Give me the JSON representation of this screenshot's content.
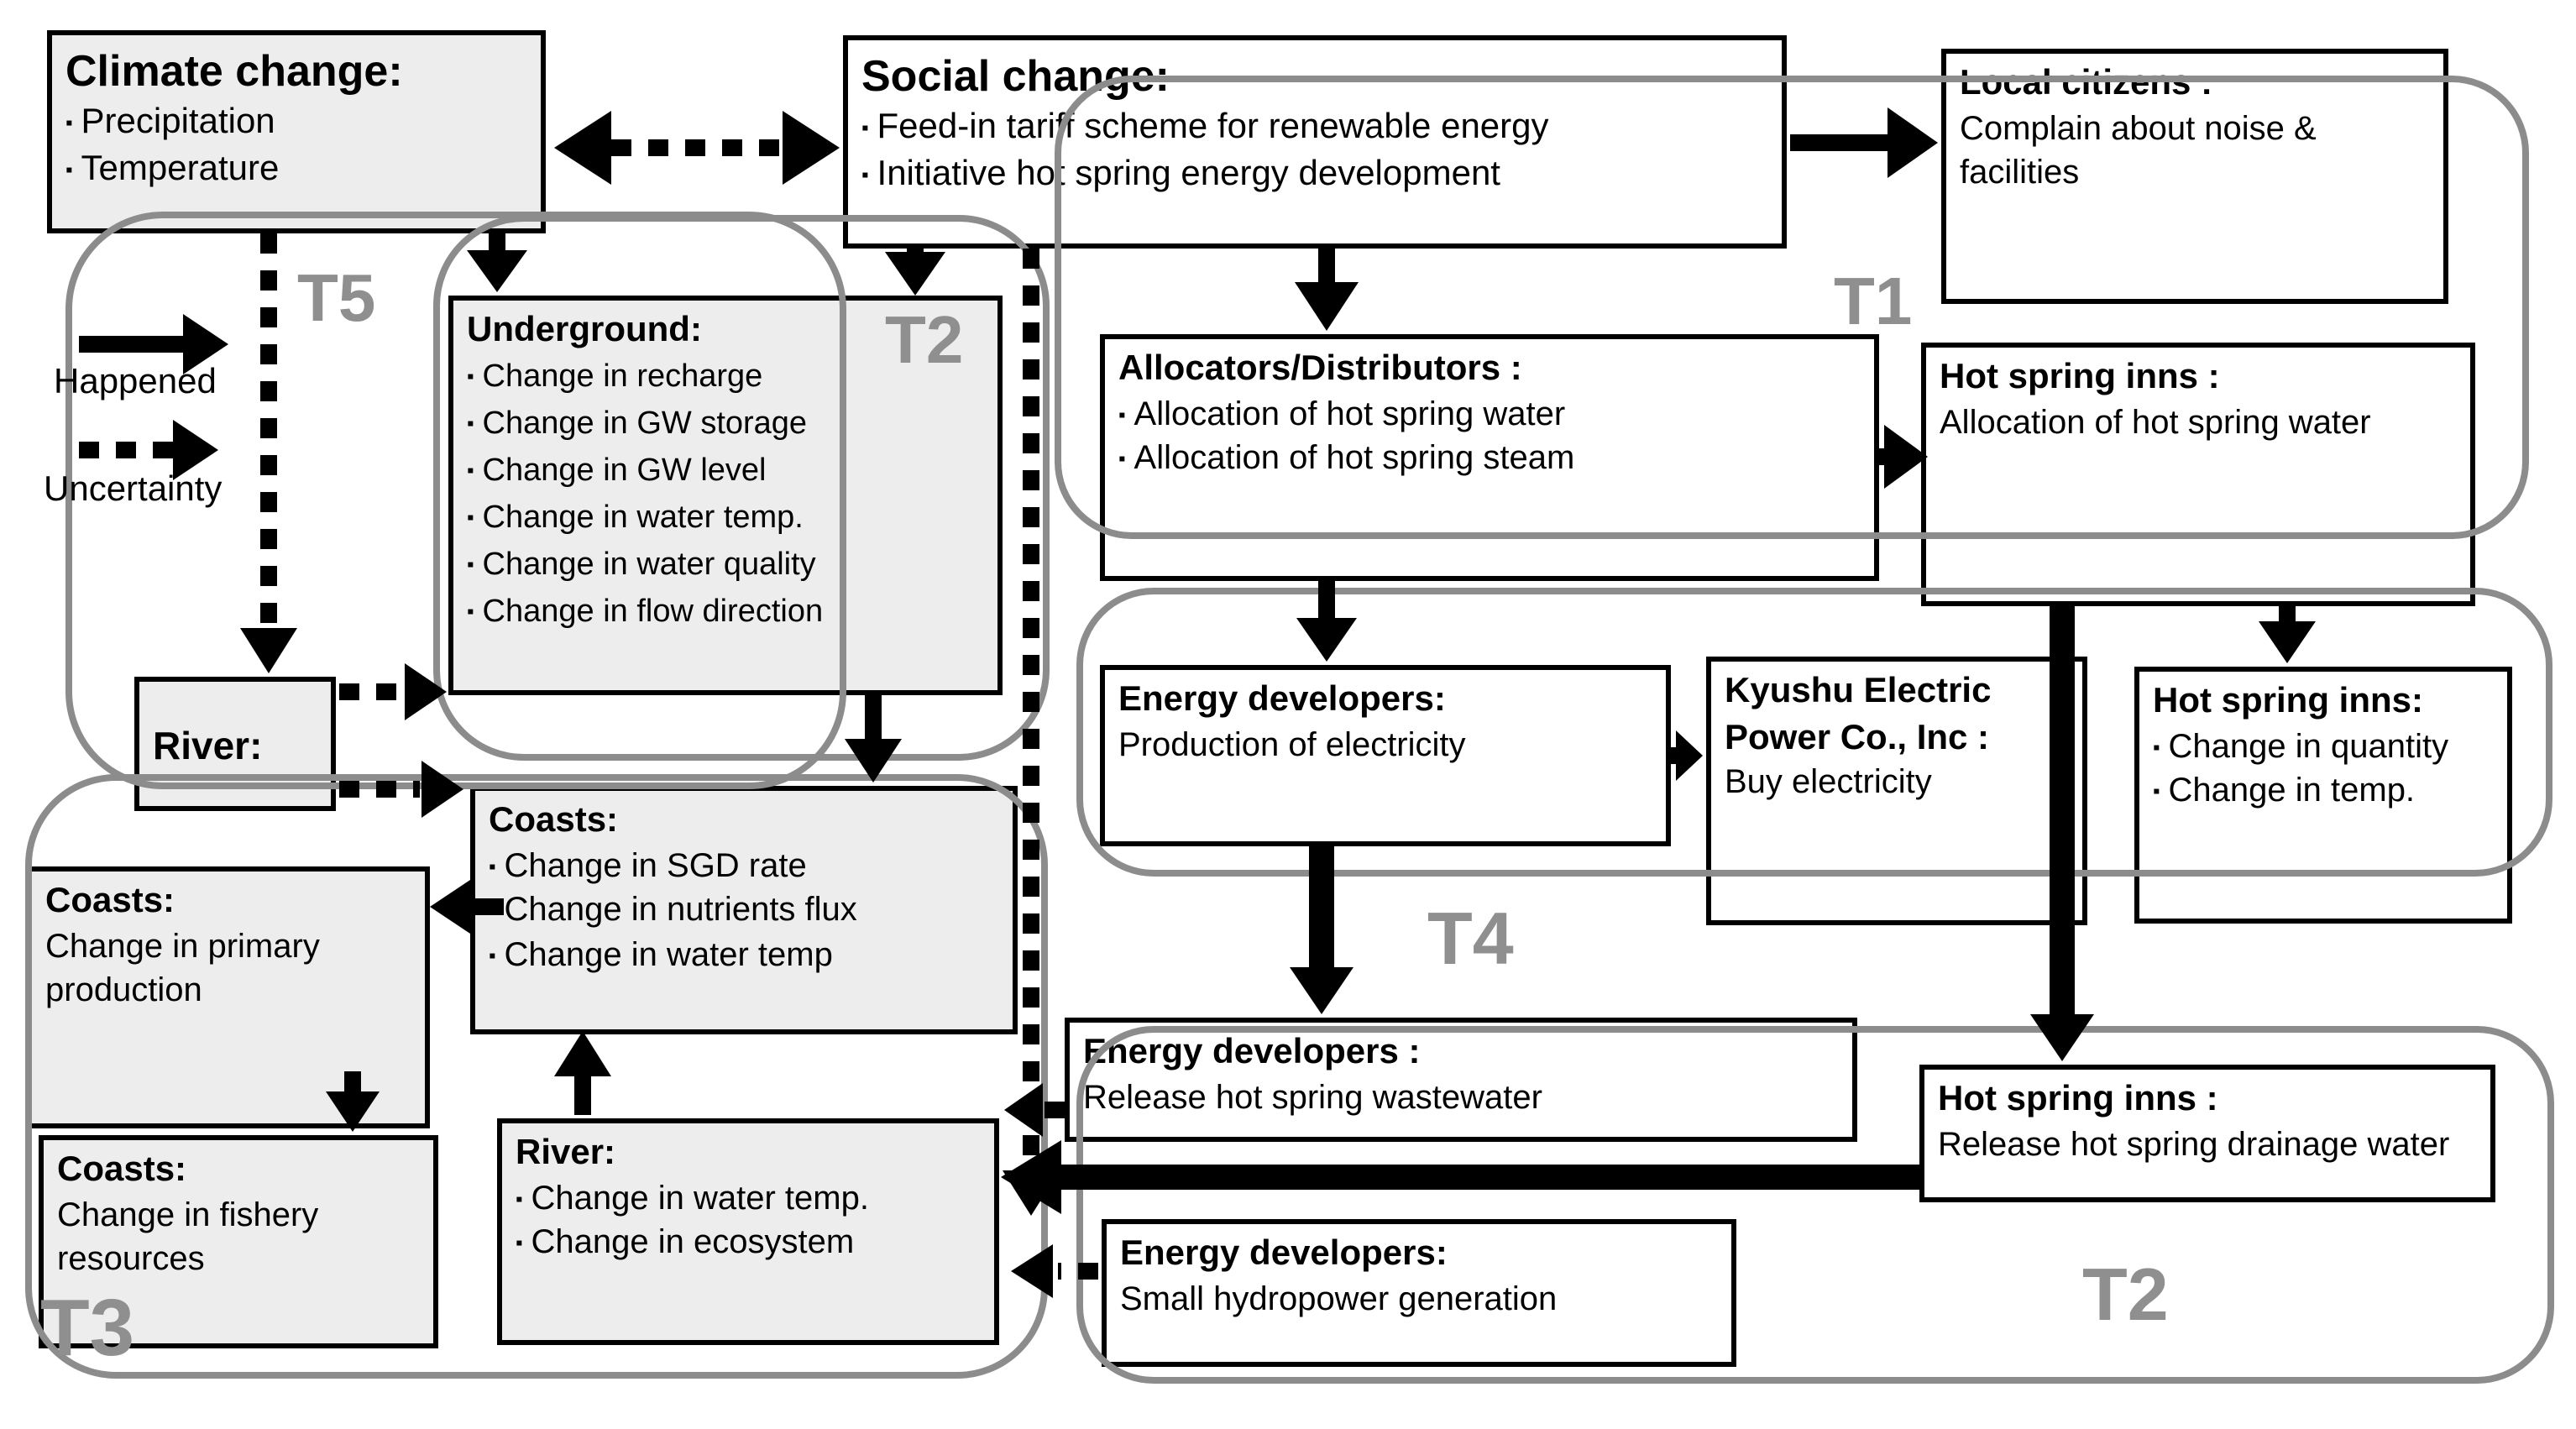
{
  "legend": {
    "happened": "Happened",
    "uncertainty": "Uncertainty"
  },
  "groups": {
    "t1": "T1",
    "t2_top": "T2",
    "t2_bottom": "T2",
    "t3": "T3",
    "t4": "T4",
    "t5": "T5"
  },
  "nodes": {
    "climate": {
      "title": "Climate change:",
      "bullets": [
        "Precipitation",
        "Temperature"
      ]
    },
    "social": {
      "title": "Social change:",
      "bullets": [
        "Feed-in tariff scheme for renewable energy",
        "Initiative hot spring energy development"
      ]
    },
    "local_citizens": {
      "title": "Local citizens :",
      "body": [
        "Complain about noise & facilities"
      ]
    },
    "allocators": {
      "title": "Allocators/Distributors :",
      "bullets": [
        "Allocation of hot spring water",
        "Allocation of hot spring steam"
      ]
    },
    "hs_alloc": {
      "title": "Hot spring inns :",
      "body": [
        "Allocation of hot spring water"
      ]
    },
    "underground": {
      "title": "Underground:",
      "bullets": [
        "Change in recharge",
        "Change in GW storage",
        "Change in GW level",
        "Change in water temp.",
        "Change in water quality",
        "Change in flow direction"
      ]
    },
    "river_top": {
      "title": "River:"
    },
    "coasts_mid": {
      "title": "Coasts:",
      "bullets": [
        "Change in SGD rate",
        "Change in nutrients flux",
        "Change in water temp"
      ]
    },
    "coasts_primary": {
      "title": "Coasts:",
      "body": [
        "Change in primary production"
      ]
    },
    "coasts_fishery": {
      "title": "Coasts:",
      "body": [
        "Change in fishery resources"
      ]
    },
    "river_bottom": {
      "title": "River:",
      "bullets": [
        "Change in water temp.",
        "Change in ecosystem"
      ]
    },
    "ed_production": {
      "title": "Energy developers:",
      "body": [
        "Production of electricity"
      ]
    },
    "kyushu": {
      "title": "Kyushu Electric Power Co., Inc :",
      "body": [
        "Buy electricity"
      ]
    },
    "hs_qty": {
      "title": "Hot spring inns:",
      "bullets": [
        "Change in quantity",
        "Change in temp."
      ]
    },
    "ed_wastewater": {
      "title": "Energy developers :",
      "body": [
        "Release hot spring wastewater"
      ]
    },
    "hs_drainage": {
      "title": "Hot spring inns :",
      "body": [
        "Release hot spring drainage water"
      ]
    },
    "ed_hydro": {
      "title": "Energy developers:",
      "body": [
        "Small hydropower generation"
      ]
    }
  }
}
